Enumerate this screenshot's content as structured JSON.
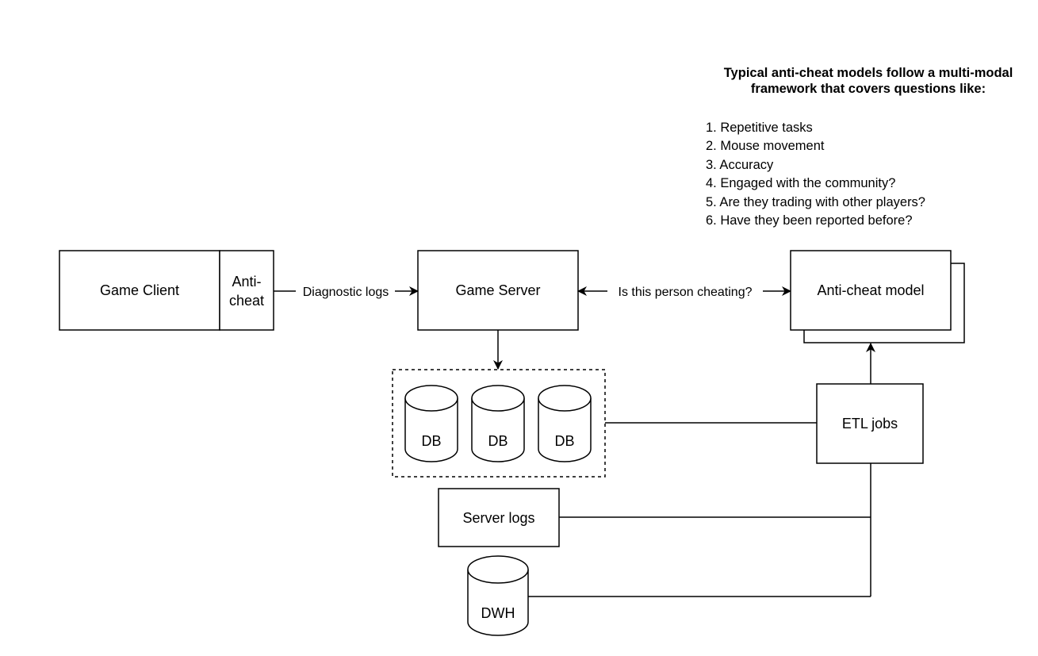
{
  "nodes": {
    "game_client": "Game Client",
    "anti_cheat_line1": "Anti-",
    "anti_cheat_line2": "cheat",
    "game_server": "Game Server",
    "anti_cheat_model": "Anti-cheat model",
    "db1": "DB",
    "db2": "DB",
    "db3": "DB",
    "etl_jobs": "ETL jobs",
    "server_logs": "Server logs",
    "dwh": "DWH"
  },
  "edges": {
    "diagnostic_logs": "Diagnostic logs",
    "is_cheating": "Is this person cheating?"
  },
  "note": {
    "title": "Typical anti-cheat models follow a multi-modal framework that covers questions like:",
    "items": [
      "1. Repetitive tasks",
      "2. Mouse movement",
      "3. Accuracy",
      "4. Engaged with the community?",
      "5. Are they trading with other players?",
      "6. Have they been reported before?"
    ]
  }
}
